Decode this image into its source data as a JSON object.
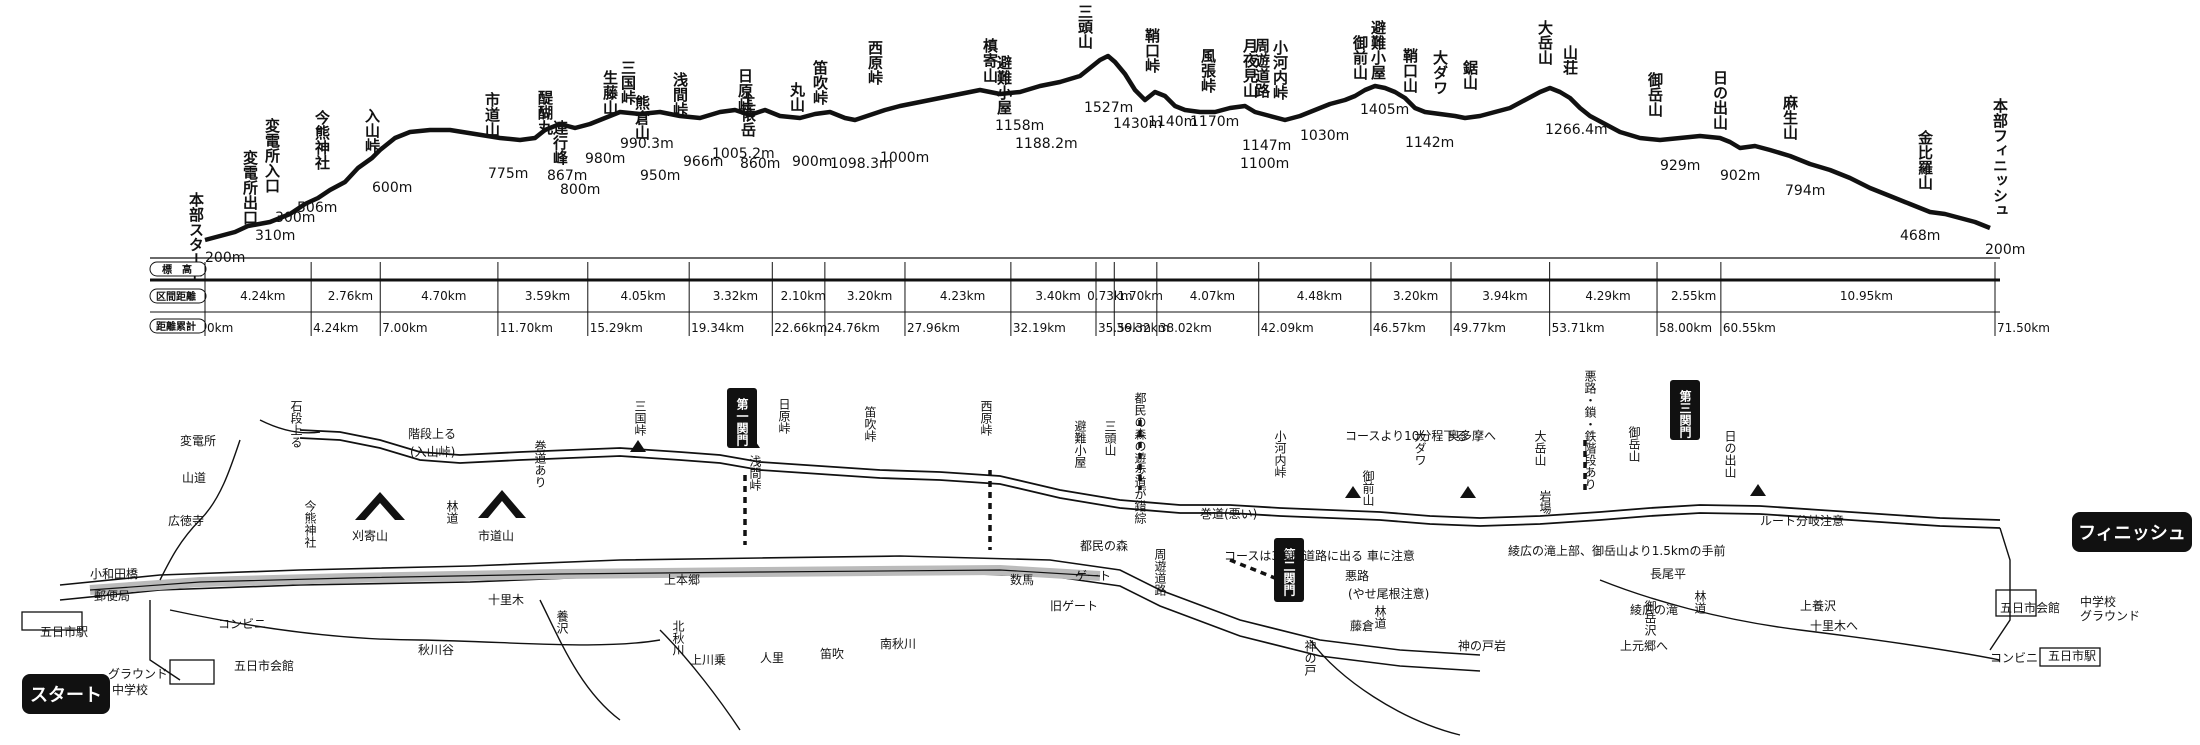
{
  "profile": {
    "start_label": "本部スタート",
    "finish_label": "本部フィニッシュ",
    "start_elev": "200m",
    "finish_elev": "200m",
    "peaks": [
      {
        "name": "変電所出口",
        "elev": "310m"
      },
      {
        "name": "変電所入口",
        "elev": "300m"
      },
      {
        "name": "今熊神社",
        "elev": "506m"
      },
      {
        "name": "入山峠",
        "elev": "600m"
      },
      {
        "name": "市道山",
        "elev": "775m"
      },
      {
        "name": "醍醐丸",
        "elev": "867m"
      },
      {
        "name": "連行峰",
        "elev": "800m"
      },
      {
        "name": "生藤山",
        "elev": "980m"
      },
      {
        "name": "三国峠",
        "elev": "990.3m"
      },
      {
        "name": "熊倉山",
        "elev": "950m"
      },
      {
        "name": "浅間峠",
        "elev": "966m"
      },
      {
        "name": "日原峠",
        "elev": "860m"
      },
      {
        "name": "土俵岳",
        "elev": "1005.2m"
      },
      {
        "name": "丸山",
        "elev": "900m"
      },
      {
        "name": "笛吹峠",
        "elev": "1098.3m"
      },
      {
        "name": "西原峠",
        "elev": "1000m"
      },
      {
        "name": "槙寄山",
        "elev": "1158m"
      },
      {
        "name": "避難小屋",
        "elev": "1188.2m"
      },
      {
        "name": "三頭山",
        "elev": "1527m"
      },
      {
        "name": "鞘口峠",
        "elev": "1430m"
      },
      {
        "name": "風張峠",
        "elev": "1140m"
      },
      {
        "name": "月夜見山",
        "elev": "1170m"
      },
      {
        "name": "周遊道路",
        "elev": "1147m"
      },
      {
        "name": "小河内峠",
        "elev": "1100m"
      },
      {
        "name": "御前山",
        "elev": "1030m"
      },
      {
        "name": "避難小屋",
        "elev": "1405m"
      },
      {
        "name": "鞘口山",
        "elev": "1142m"
      },
      {
        "name": "大ダワ",
        "elev": ""
      },
      {
        "name": "鋸山",
        "elev": ""
      },
      {
        "name": "大岳山",
        "elev": "1266.4m"
      },
      {
        "name": "山荘",
        "elev": ""
      },
      {
        "name": "御岳山",
        "elev": "929m"
      },
      {
        "name": "日の出山",
        "elev": "902m"
      },
      {
        "name": "麻生山",
        "elev": "794m"
      },
      {
        "name": "金比羅山",
        "elev": "468m"
      }
    ],
    "row_headers": [
      "標　高",
      "区間距離",
      "距離累計"
    ],
    "section_distances": [
      "4.24km",
      "2.76km",
      "4.70km",
      "3.59km",
      "4.05km",
      "3.32km",
      "2.10km",
      "3.20km",
      "4.23km",
      "3.40km",
      "0.73km",
      "1.70km",
      "4.07km",
      "4.48km",
      "3.20km",
      "3.94km",
      "4.29km",
      "2.55km",
      "10.95km"
    ],
    "cumulative": [
      "0km",
      "4.24km",
      "7.00km",
      "11.70km",
      "15.29km",
      "19.34km",
      "22.66km",
      "24.76km",
      "27.96km",
      "32.19km",
      "35.59km",
      "36.32km",
      "38.02km",
      "42.09km",
      "46.57km",
      "49.77km",
      "53.71km",
      "58.00km",
      "60.55km",
      "71.50km"
    ]
  },
  "map": {
    "start_badge": "スタート",
    "finish_badge": "フィニッシュ",
    "checkpoints": [
      "第一関門",
      "第二関門",
      "第三関門"
    ],
    "labels": [
      "変電所",
      "山道",
      "石段上る",
      "階段上る",
      "(入山峠)",
      "今熊神社",
      "刈寄山",
      "市道山",
      "林道",
      "巻道あり",
      "広徳寺",
      "小和田橋",
      "郵便局",
      "五日市駅",
      "コンビニ",
      "五日市会館",
      "グラウンド",
      "中学校",
      "十里木",
      "秋川谷",
      "養沢",
      "北秋川",
      "上川乗",
      "人里",
      "笛吹",
      "南秋川",
      "上本郷",
      "数馬",
      "旧ゲート",
      "ゲート",
      "都民の森",
      "三国峠",
      "浅間峠",
      "日原峠",
      "笛吹峠",
      "西原峠",
      "避難小屋",
      "三頭山",
      "都民の森の遊歩道が錯綜",
      "巻道(悪い)",
      "周遊道路",
      "コースは3箇所道路に出る 車に注意",
      "小河内峠",
      "コースより10分程下る",
      "御前山",
      "悪路",
      "(やせ尾根注意)",
      "藤倉",
      "神の戸",
      "神の戸岩",
      "林道",
      "大ダワ",
      "奥多摩へ",
      "大岳山",
      "岩場",
      "悪路・鎖・鉄階段あり",
      "御岳山",
      "長尾平",
      "綾広の滝上部、御岳山より1.5kmの手前",
      "綾広の滝",
      "御岳沢",
      "日の出山",
      "ルート分岐注意",
      "上養沢",
      "十里木へ",
      "上元郷へ",
      "五日市会館",
      "中学校",
      "グラウンド",
      "コンビニ",
      "五日市駅",
      "林道"
    ]
  }
}
